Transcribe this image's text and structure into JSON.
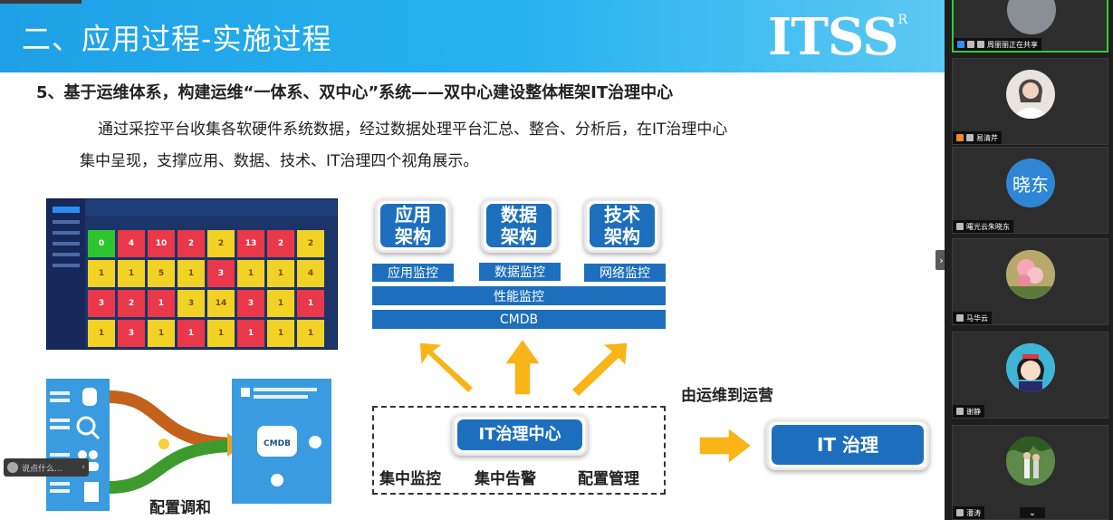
{
  "slide": {
    "title": "二、应用过程-实施过程",
    "logo": "ITSS",
    "logo_mark": "R",
    "heading": "5、基于运维体系，构建运维“一体系、双中心”系统——双中心建设整体框架IT治理中心",
    "para_line1": "通过采控平台收集各软硬件系统数据，经过数据处理平台汇总、整合、分析后，在IT治理中心",
    "para_line2": "集中呈现，支撑应用、数据、技术、IT治理四个视角展示。"
  },
  "dashboard": {
    "cells": [
      {
        "v": "0",
        "c": "g"
      },
      {
        "v": "4",
        "c": "r"
      },
      {
        "v": "10",
        "c": "r"
      },
      {
        "v": "2",
        "c": "r"
      },
      {
        "v": "2",
        "c": "y"
      },
      {
        "v": "13",
        "c": "r"
      },
      {
        "v": "2",
        "c": "r"
      },
      {
        "v": "2",
        "c": "y"
      },
      {
        "v": "1",
        "c": "y"
      },
      {
        "v": "1",
        "c": "y"
      },
      {
        "v": "5",
        "c": "y"
      },
      {
        "v": "1",
        "c": "y"
      },
      {
        "v": "3",
        "c": "r"
      },
      {
        "v": "1",
        "c": "y"
      },
      {
        "v": "1",
        "c": "y"
      },
      {
        "v": "4",
        "c": "y"
      },
      {
        "v": "3",
        "c": "r"
      },
      {
        "v": "2",
        "c": "r"
      },
      {
        "v": "1",
        "c": "r"
      },
      {
        "v": "3",
        "c": "y"
      },
      {
        "v": "14",
        "c": "y"
      },
      {
        "v": "3",
        "c": "r"
      },
      {
        "v": "1",
        "c": "y"
      },
      {
        "v": "1",
        "c": "r"
      },
      {
        "v": "1",
        "c": "y"
      },
      {
        "v": "3",
        "c": "r"
      },
      {
        "v": "1",
        "c": "y"
      },
      {
        "v": "1",
        "c": "r"
      },
      {
        "v": "1",
        "c": "y"
      },
      {
        "v": "1",
        "c": "r"
      },
      {
        "v": "1",
        "c": "y"
      },
      {
        "v": "1",
        "c": "y"
      }
    ]
  },
  "config": {
    "label": "配置调和"
  },
  "architecture": {
    "boxes": [
      "应用\n架构",
      "数据\n架构",
      "技术\n架构"
    ],
    "monitors": [
      "应用监控",
      "数据监控",
      "网络监控"
    ],
    "perf": "性能监控",
    "cmdb": "CMDB"
  },
  "governance": {
    "center": "IT治理中心",
    "items": [
      "集中监控",
      "集中告警",
      "配置管理"
    ],
    "transition": "由运维到运营",
    "target": "IT 治理"
  },
  "chat": {
    "placeholder": "说点什么..."
  },
  "participants": [
    {
      "name": "周丽丽正在共享",
      "avatar": "photo"
    },
    {
      "name": "易清芹",
      "avatar": "photo"
    },
    {
      "name": "曙光云朱晓东",
      "avatar": "text",
      "initials": "晓东"
    },
    {
      "name": "马华云",
      "avatar": "photo"
    },
    {
      "name": "谢静",
      "avatar": "photo"
    },
    {
      "name": "潘涛",
      "avatar": "photo"
    }
  ],
  "colors": {
    "banner": "#1fa0e6",
    "box": "#1d6fbd",
    "arrow": "#f9b417",
    "active_border": "#36c93a"
  }
}
